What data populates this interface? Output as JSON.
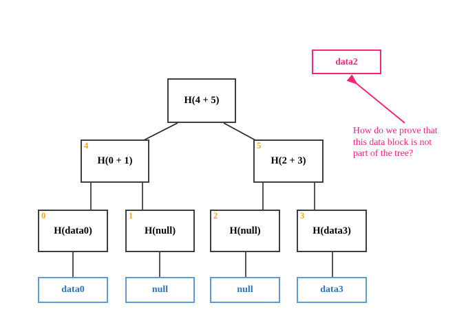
{
  "tree": {
    "root": {
      "label": "H(4 + 5)"
    },
    "internal": [
      {
        "badge": "4",
        "label": "H(0 + 1)"
      },
      {
        "badge": "5",
        "label": "H(2 + 3)"
      }
    ],
    "leaves": [
      {
        "badge": "0",
        "label": "H(data0)"
      },
      {
        "badge": "1",
        "label": "H(null)"
      },
      {
        "badge": "2",
        "label": "H(null)"
      },
      {
        "badge": "3",
        "label": "H(data3)"
      }
    ],
    "data_blocks": [
      {
        "label": "data0"
      },
      {
        "label": "null"
      },
      {
        "label": "null"
      },
      {
        "label": "data3"
      }
    ]
  },
  "annotation": {
    "orphan_block_label": "data2",
    "question_lines": {
      "line1": "How do we prove that",
      "line2": "this data block is not",
      "line3": "part of the tree?"
    }
  },
  "colors": {
    "box_border": "#3d3d3d",
    "badge_orange": "#ffa319",
    "data_blue_border": "#5b9bd5",
    "data_blue_text": "#2e74b5",
    "annotation_pink": "#fa2378"
  }
}
